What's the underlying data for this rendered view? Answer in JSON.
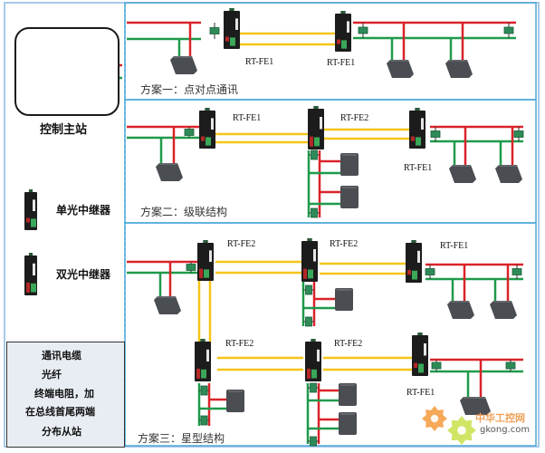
{
  "colors": {
    "cable_red": "#d9232a",
    "cable_green": "#1f9a4a",
    "fiber": "#f5c518",
    "panel_border": "#4aa8d8",
    "frame_border": "#a9c9ea",
    "dashed_divider": "#7ab8e0",
    "resistor": "#2e8b57",
    "device_dark": "#1c1c1c",
    "slave_gray": "#4a4d52"
  },
  "host": {
    "label": "控制主站",
    "icon": "plc-controller-icon"
  },
  "side_legend": {
    "single_repeater": "单光中继器",
    "dual_repeater": "双光中继器"
  },
  "legend": {
    "items": [
      {
        "icon": "comm-cable-icon",
        "label": "通讯电缆"
      },
      {
        "icon": "fiber-icon",
        "label": "光纤"
      },
      {
        "icon": "terminal-resistor-icon",
        "label": "终端电阻，加"
      },
      {
        "icon": "",
        "label": "在总线首尾两端"
      },
      {
        "icon": "slave-station-icon",
        "label": "分布从站"
      }
    ]
  },
  "schemes": [
    {
      "title": "方案一：点对点通讯",
      "devices": [
        "RT-FE1",
        "RT-FE1"
      ]
    },
    {
      "title": "方案二：级联结构",
      "devices": [
        "RT-FE1",
        "RT-FE2",
        "RT-FE1"
      ]
    },
    {
      "title": "方案三：星型结构",
      "devices": [
        "RT-FE2",
        "RT-FE2",
        "RT-FE1",
        "RT-FE2",
        "RT-FE2",
        "RT-FE1"
      ]
    }
  ],
  "watermark": {
    "cn": "中华工控网",
    "en": "gkong.com"
  }
}
